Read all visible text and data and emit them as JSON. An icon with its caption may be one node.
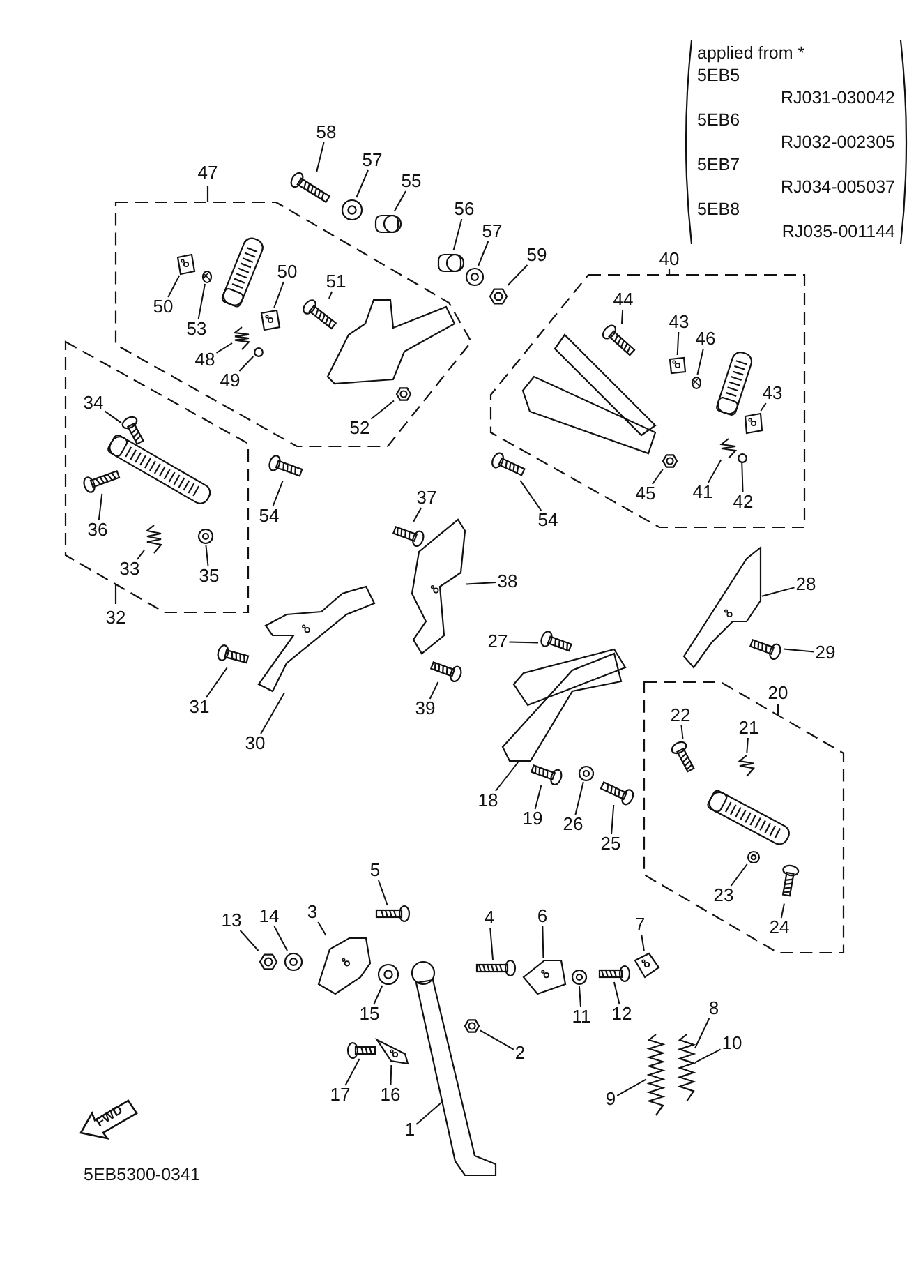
{
  "diagram": {
    "nodes": [
      {
        "text": [
          "applied from *",
          "5EB5",
          "RJ031-030042",
          "5EB6",
          "RJ032-002305",
          "5EB7",
          "RJ034-005037",
          "5EB8",
          "RJ035-001144"
        ]
      },
      {
        "text": [
          "58"
        ]
      },
      {
        "text": [
          "57"
        ]
      },
      {
        "text": [
          "55"
        ]
      },
      {
        "text": [
          "47"
        ]
      },
      {
        "text": [
          "50"
        ],
        "in": 4
      },
      {
        "text": [
          "53"
        ],
        "in": 4
      },
      {
        "text": [
          "50"
        ],
        "in": 4
      },
      {
        "text": [
          "51"
        ],
        "in": 4
      },
      {
        "text": [
          "48"
        ],
        "in": 4
      },
      {
        "text": [
          "49"
        ],
        "in": 4
      },
      {
        "text": [
          "52"
        ],
        "in": 4
      },
      {
        "text": [
          "56"
        ]
      },
      {
        "text": [
          "57"
        ]
      },
      {
        "text": [
          "59"
        ]
      },
      {
        "text": [
          "40"
        ]
      },
      {
        "text": [
          "44"
        ],
        "in": 15
      },
      {
        "text": [
          "43"
        ],
        "in": 15
      },
      {
        "text": [
          "46"
        ],
        "in": 15
      },
      {
        "text": [
          "43"
        ],
        "in": 15
      },
      {
        "text": [
          "45"
        ],
        "in": 15
      },
      {
        "text": [
          "41"
        ],
        "in": 15
      },
      {
        "text": [
          "42"
        ],
        "in": 15
      },
      {
        "text": [
          "32"
        ]
      },
      {
        "text": [
          "34"
        ],
        "in": 23
      },
      {
        "text": [
          "36"
        ],
        "in": 23
      },
      {
        "text": [
          "33"
        ],
        "in": 23
      },
      {
        "text": [
          "35"
        ],
        "in": 23
      },
      {
        "text": [
          "54"
        ]
      },
      {
        "text": [
          "54"
        ]
      },
      {
        "text": [
          "37"
        ]
      },
      {
        "text": [
          "38"
        ]
      },
      {
        "text": [
          "28"
        ]
      },
      {
        "text": [
          "27"
        ]
      },
      {
        "text": [
          "29"
        ]
      },
      {
        "text": [
          "31"
        ]
      },
      {
        "text": [
          "39"
        ]
      },
      {
        "text": [
          "30"
        ]
      },
      {
        "text": [
          "20"
        ]
      },
      {
        "text": [
          "22"
        ],
        "in": 38
      },
      {
        "text": [
          "21"
        ],
        "in": 38
      },
      {
        "text": [
          "23"
        ],
        "in": 38
      },
      {
        "text": [
          "24"
        ],
        "in": 38
      },
      {
        "text": [
          "18"
        ]
      },
      {
        "text": [
          "19"
        ]
      },
      {
        "text": [
          "26"
        ]
      },
      {
        "text": [
          "25"
        ]
      },
      {
        "text": [
          "5"
        ]
      },
      {
        "text": [
          "13"
        ]
      },
      {
        "text": [
          "14"
        ]
      },
      {
        "text": [
          "3"
        ]
      },
      {
        "text": [
          "4"
        ]
      },
      {
        "text": [
          "6"
        ]
      },
      {
        "text": [
          "7"
        ]
      },
      {
        "text": [
          "15"
        ]
      },
      {
        "text": [
          "11"
        ]
      },
      {
        "text": [
          "12"
        ]
      },
      {
        "text": [
          "8"
        ]
      },
      {
        "text": [
          "2"
        ]
      },
      {
        "text": [
          "10"
        ]
      },
      {
        "text": [
          "9"
        ]
      },
      {
        "text": [
          "17"
        ]
      },
      {
        "text": [
          "16"
        ]
      },
      {
        "text": [
          "1"
        ]
      },
      {
        "text": [],
        "shape": "picture"
      },
      {
        "text": [],
        "shape": "picture"
      },
      {
        "text": [],
        "shape": "picture"
      },
      {
        "text": [],
        "shape": "picture",
        "in": 4
      },
      {
        "text": [],
        "shape": "picture",
        "in": 4
      },
      {
        "text": [],
        "shape": "picture",
        "in": 4
      },
      {
        "text": [],
        "shape": "picture",
        "in": 4
      },
      {
        "text": [],
        "shape": "picture",
        "in": 4
      },
      {
        "text": [],
        "shape": "circle",
        "in": 4
      },
      {
        "text": [],
        "shape": "picture",
        "in": 4
      },
      {
        "text": [],
        "shape": "picture"
      },
      {
        "text": [],
        "shape": "picture"
      },
      {
        "text": [],
        "shape": "picture"
      },
      {
        "text": [],
        "shape": "picture",
        "in": 15
      },
      {
        "text": [],
        "shape": "picture",
        "in": 15
      },
      {
        "text": [],
        "shape": "picture",
        "in": 15
      },
      {
        "text": [],
        "shape": "picture",
        "in": 15
      },
      {
        "text": [],
        "shape": "picture",
        "in": 15
      },
      {
        "text": [],
        "shape": "picture",
        "in": 15
      },
      {
        "text": [],
        "shape": "circle",
        "in": 15
      },
      {
        "text": [],
        "shape": "picture",
        "in": 23
      },
      {
        "text": [],
        "shape": "picture",
        "in": 23
      },
      {
        "text": [],
        "shape": "picture",
        "in": 23
      },
      {
        "text": [],
        "shape": "picture",
        "in": 23
      },
      {
        "text": [],
        "shape": "picture"
      },
      {
        "text": [],
        "shape": "picture"
      },
      {
        "text": [],
        "shape": "picture"
      },
      {
        "text": [],
        "shape": "picture"
      },
      {
        "text": [],
        "shape": "picture"
      },
      {
        "text": [],
        "shape": "picture"
      },
      {
        "text": [],
        "shape": "picture"
      },
      {
        "text": [],
        "shape": "picture"
      },
      {
        "text": [],
        "shape": "picture"
      },
      {
        "text": [],
        "shape": "picture"
      },
      {
        "text": [],
        "shape": "picture",
        "in": 38
      },
      {
        "text": [],
        "shape": "picture",
        "in": 38
      },
      {
        "text": [],
        "shape": "picture",
        "in": 38
      },
      {
        "text": [],
        "shape": "picture",
        "in": 38
      },
      {
        "text": [],
        "shape": "picture"
      },
      {
        "text": [],
        "shape": "picture"
      },
      {
        "text": [],
        "shape": "picture"
      },
      {
        "text": [],
        "shape": "picture"
      },
      {
        "text": [],
        "shape": "picture"
      },
      {
        "text": [],
        "shape": "picture"
      },
      {
        "text": [],
        "shape": "picture"
      },
      {
        "text": [],
        "shape": "picture"
      },
      {
        "text": [],
        "shape": "picture"
      },
      {
        "text": [],
        "shape": "picture"
      },
      {
        "text": [],
        "shape": "picture"
      },
      {
        "text": [],
        "shape": "picture"
      },
      {
        "text": [],
        "shape": "picture"
      },
      {
        "text": [],
        "shape": "picture"
      },
      {
        "text": [],
        "shape": "picture"
      },
      {
        "text": [],
        "shape": "picture"
      },
      {
        "text": [],
        "shape": "picture"
      },
      {
        "text": [],
        "shape": "picture"
      },
      {
        "text": [],
        "shape": "picture"
      },
      {
        "text": [],
        "shape": "picture"
      }
    ],
    "edges": [
      {
        "from": 1,
        "to": 64,
        "arrow": "none"
      },
      {
        "from": 2,
        "to": 65,
        "arrow": "none"
      },
      {
        "from": 3,
        "to": 66,
        "arrow": "none"
      },
      {
        "from": 5,
        "to": 67,
        "arrow": "none"
      },
      {
        "from": 6,
        "to": 68,
        "arrow": "none"
      },
      {
        "from": 7,
        "to": 69,
        "arrow": "none"
      },
      {
        "from": 8,
        "to": 70,
        "arrow": "none"
      },
      {
        "from": 9,
        "to": 71,
        "arrow": "none"
      },
      {
        "from": 10,
        "to": 72,
        "arrow": "none"
      },
      {
        "from": 11,
        "to": 73,
        "arrow": "none"
      },
      {
        "from": 12,
        "to": 74,
        "arrow": "none"
      },
      {
        "from": 13,
        "to": 75,
        "arrow": "none"
      },
      {
        "from": 14,
        "to": 76,
        "arrow": "none"
      },
      {
        "from": 16,
        "to": 77,
        "arrow": "none"
      },
      {
        "from": 17,
        "to": 78,
        "arrow": "none"
      },
      {
        "from": 18,
        "to": 79,
        "arrow": "none"
      },
      {
        "from": 19,
        "to": 80,
        "arrow": "none"
      },
      {
        "from": 20,
        "to": 81,
        "arrow": "none"
      },
      {
        "from": 21,
        "to": 82,
        "arrow": "none"
      },
      {
        "from": 22,
        "to": 83,
        "arrow": "none"
      },
      {
        "from": 24,
        "to": 84,
        "arrow": "none"
      },
      {
        "from": 25,
        "to": 85,
        "arrow": "none"
      },
      {
        "from": 26,
        "to": 86,
        "arrow": "none"
      },
      {
        "from": 27,
        "to": 87,
        "arrow": "none"
      },
      {
        "from": 28,
        "to": 88,
        "arrow": "none"
      },
      {
        "from": 29,
        "to": 89,
        "arrow": "none"
      },
      {
        "from": 30,
        "to": 90,
        "arrow": "none"
      },
      {
        "from": 31,
        "to": 91,
        "arrow": "none"
      },
      {
        "from": 32,
        "to": 92,
        "arrow": "none"
      },
      {
        "from": 33,
        "to": 93,
        "arrow": "none"
      },
      {
        "from": 34,
        "to": 94,
        "arrow": "none"
      },
      {
        "from": 35,
        "to": 95,
        "arrow": "none"
      },
      {
        "from": 36,
        "to": 96,
        "arrow": "none"
      },
      {
        "from": 37,
        "to": 97,
        "arrow": "none"
      },
      {
        "from": 39,
        "to": 98,
        "arrow": "none"
      },
      {
        "from": 40,
        "to": 99,
        "arrow": "none"
      },
      {
        "from": 41,
        "to": 100,
        "arrow": "none"
      },
      {
        "from": 42,
        "to": 101,
        "arrow": "none"
      },
      {
        "from": 43,
        "to": 102,
        "arrow": "none"
      },
      {
        "from": 44,
        "to": 103,
        "arrow": "none"
      },
      {
        "from": 45,
        "to": 104,
        "arrow": "none"
      },
      {
        "from": 46,
        "to": 105,
        "arrow": "none"
      },
      {
        "from": 47,
        "to": 106,
        "arrow": "none"
      },
      {
        "from": 48,
        "to": 107,
        "arrow": "none"
      },
      {
        "from": 49,
        "to": 108,
        "arrow": "none"
      },
      {
        "from": 50,
        "to": 109,
        "arrow": "none"
      },
      {
        "from": 51,
        "to": 110,
        "arrow": "none"
      },
      {
        "from": 52,
        "to": 111,
        "arrow": "none"
      },
      {
        "from": 53,
        "to": 112,
        "arrow": "none"
      },
      {
        "from": 54,
        "to": 113,
        "arrow": "none"
      },
      {
        "from": 55,
        "to": 114,
        "arrow": "none"
      },
      {
        "from": 56,
        "to": 115,
        "arrow": "none"
      },
      {
        "from": 57,
        "to": 116,
        "arrow": "none"
      },
      {
        "from": 58,
        "to": 117,
        "arrow": "none"
      },
      {
        "from": 59,
        "to": 116,
        "arrow": "none"
      },
      {
        "from": 60,
        "to": 118,
        "arrow": "none"
      },
      {
        "from": 61,
        "to": 119,
        "arrow": "none"
      },
      {
        "from": 62,
        "to": 120,
        "arrow": "none"
      },
      {
        "from": 63,
        "to": 121,
        "arrow": "none"
      }
    ],
    "labels": [
      "FWD",
      "5EB5300-0341"
    ]
  }
}
